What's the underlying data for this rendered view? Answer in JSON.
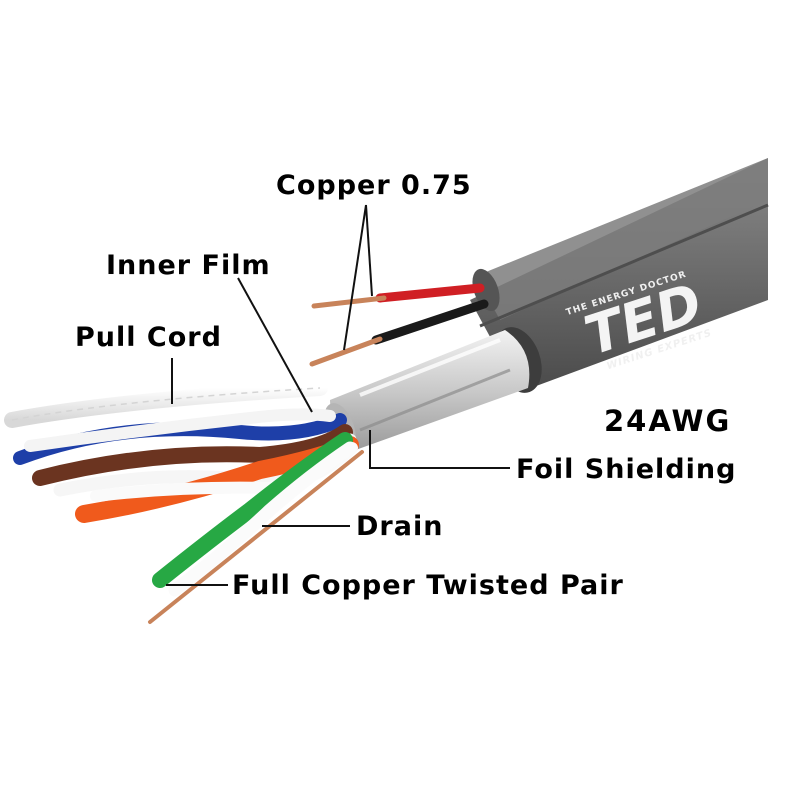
{
  "labels": {
    "copper": "Copper 0.75",
    "inner_film": "Inner Film",
    "pull_cord": "Pull Cord",
    "awg": "24AWG",
    "foil": "Foil Shielding",
    "drain": "Drain",
    "twisted_pair": "Full Copper Twisted Pair"
  },
  "logo": {
    "top_arc": "THE ENERGY DOCTOR",
    "brand": "TED",
    "tagline": "WIRING EXPERTS"
  },
  "colors": {
    "jacket": "#6c6c6c",
    "foil": "#d6d6d6",
    "copper": "#c8835a",
    "pair_blue": "#1e3fa8",
    "pair_brown": "#6b3420",
    "pair_orange": "#f05a1c",
    "pair_green": "#27a844",
    "red_wire": "#d01f24",
    "black_wire": "#1a1a1a"
  }
}
